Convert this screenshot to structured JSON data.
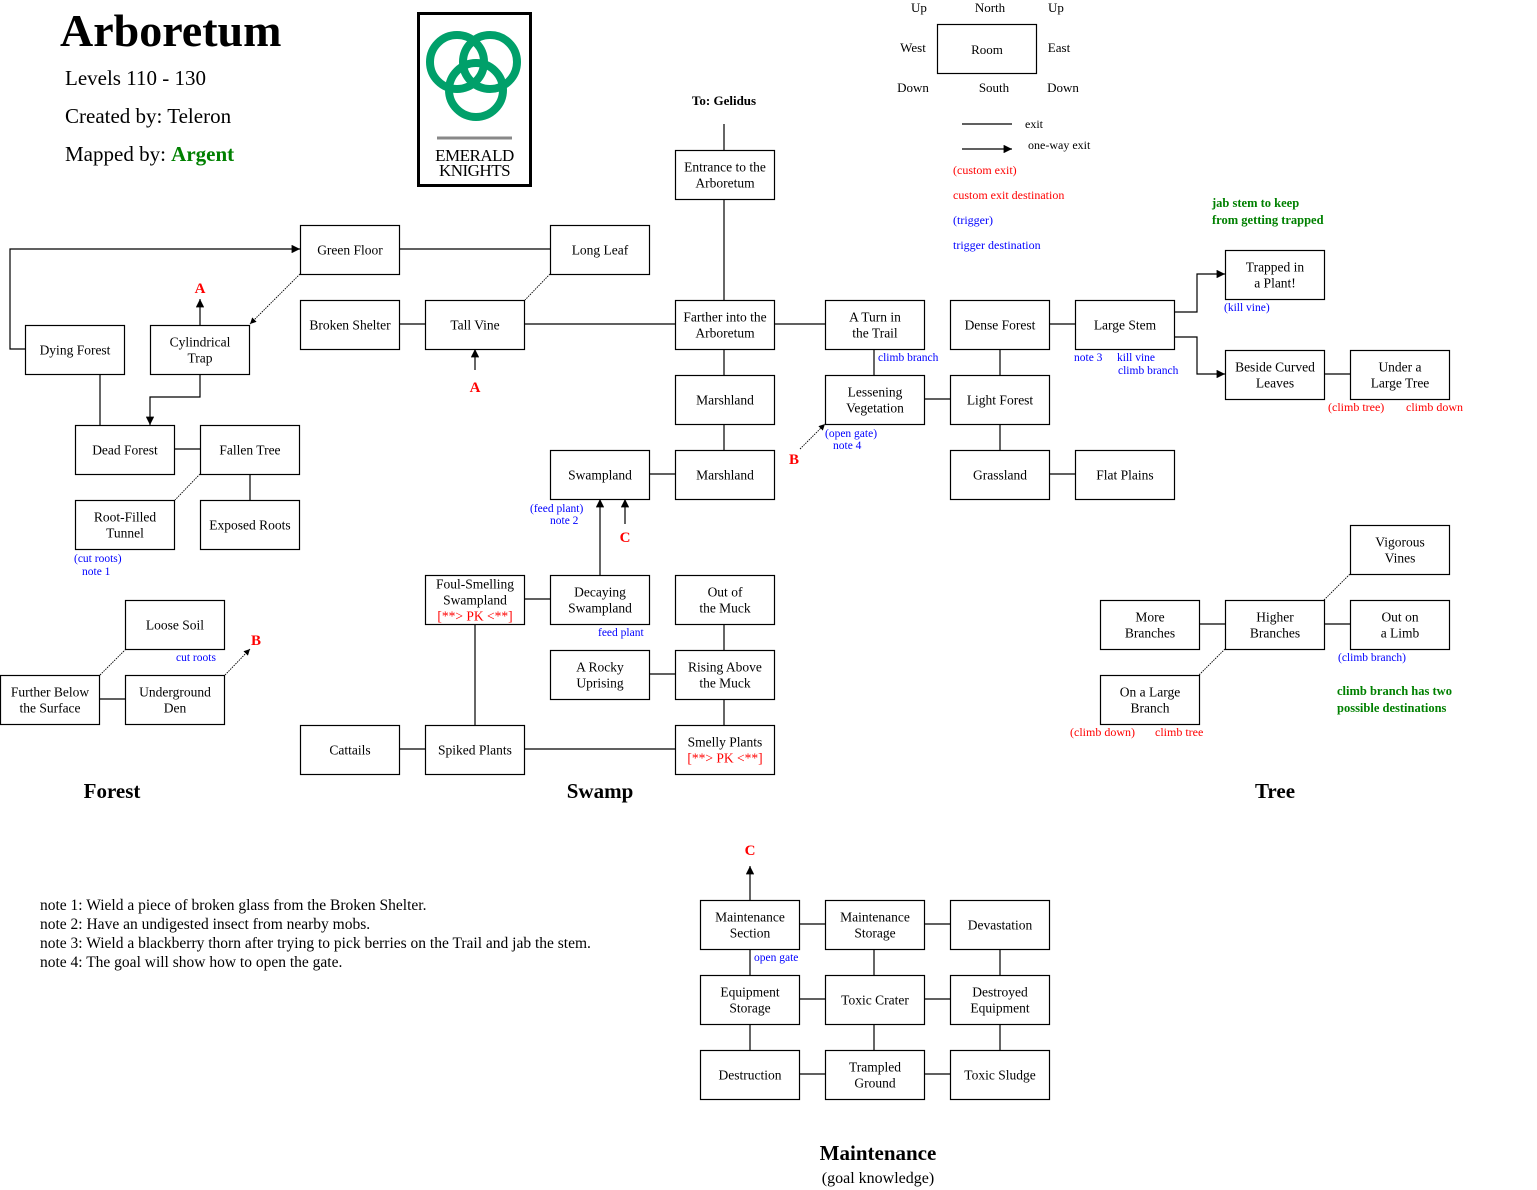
{
  "header": {
    "title": "Arboretum",
    "levels": "Levels 110 - 130",
    "created_by": "Created by: Teleron",
    "mapped_by_label": "Mapped by: ",
    "mapped_by_name": "Argent",
    "logo_line1": "EMERALD",
    "logo_line2": "KNIGHTS"
  },
  "colors": {
    "custom": "#ff0000",
    "trigger": "#0000ff",
    "hint": "#008000",
    "logo": "#00a06a"
  },
  "legend": {
    "up_left": "Up",
    "north": "North",
    "up_right": "Up",
    "west": "West",
    "room": "Room",
    "east": "East",
    "down_left": "Down",
    "south": "South",
    "down_right": "Down",
    "exit": "exit",
    "one_way": "one-way exit",
    "custom_exit": "(custom exit)",
    "custom_dest": "custom exit destination",
    "trigger": "(trigger)",
    "trigger_dest": "trigger destination"
  },
  "sections": {
    "forest": "Forest",
    "swamp": "Swamp",
    "tree": "Tree",
    "maintenance": "Maintenance",
    "maintenance_sub": "(goal knowledge)"
  },
  "notes": [
    "note 1: Wield a piece of broken glass from the Broken Shelter.",
    "note 2: Have an undigested insect from nearby mobs.",
    "note 3: Wield a blackberry thorn after trying to pick berries on the Trail and jab the stem.",
    "note 4: The goal will show how to open the gate."
  ],
  "rooms": [
    {
      "id": "entrance",
      "lines": [
        "Entrance to the",
        "Arboretum"
      ]
    },
    {
      "id": "farther",
      "lines": [
        "Farther into the",
        "Arboretum"
      ]
    },
    {
      "id": "turn",
      "lines": [
        "A Turn in",
        "the Trail"
      ]
    },
    {
      "id": "dense",
      "lines": [
        "Dense Forest"
      ]
    },
    {
      "id": "largestem",
      "lines": [
        "Large Stem"
      ]
    },
    {
      "id": "trapped",
      "lines": [
        "Trapped in",
        "a Plant!"
      ]
    },
    {
      "id": "beside",
      "lines": [
        "Beside Curved",
        "Leaves"
      ]
    },
    {
      "id": "under",
      "lines": [
        "Under a",
        "Large Tree"
      ]
    },
    {
      "id": "lessening",
      "lines": [
        "Lessening",
        "Vegetation"
      ]
    },
    {
      "id": "light",
      "lines": [
        "Light Forest"
      ]
    },
    {
      "id": "grassland",
      "lines": [
        "Grassland"
      ]
    },
    {
      "id": "flat",
      "lines": [
        "Flat Plains"
      ]
    },
    {
      "id": "marsh1",
      "lines": [
        "Marshland"
      ]
    },
    {
      "id": "marsh2",
      "lines": [
        "Marshland"
      ]
    },
    {
      "id": "swampland",
      "lines": [
        "Swampland"
      ]
    },
    {
      "id": "tallvine",
      "lines": [
        "Tall Vine"
      ]
    },
    {
      "id": "broken",
      "lines": [
        "Broken Shelter"
      ]
    },
    {
      "id": "greenfloor",
      "lines": [
        "Green Floor"
      ]
    },
    {
      "id": "longleaf",
      "lines": [
        "Long Leaf"
      ]
    },
    {
      "id": "dying",
      "lines": [
        "Dying Forest"
      ]
    },
    {
      "id": "cylind",
      "lines": [
        "Cylindrical",
        "Trap"
      ]
    },
    {
      "id": "dead",
      "lines": [
        "Dead Forest"
      ]
    },
    {
      "id": "fallen",
      "lines": [
        "Fallen Tree"
      ]
    },
    {
      "id": "rootfilled",
      "lines": [
        "Root-Filled",
        "Tunnel"
      ]
    },
    {
      "id": "exposed",
      "lines": [
        "Exposed Roots"
      ]
    },
    {
      "id": "loose",
      "lines": [
        "Loose Soil"
      ]
    },
    {
      "id": "further",
      "lines": [
        "Further Below",
        "the Surface"
      ]
    },
    {
      "id": "underden",
      "lines": [
        "Underground",
        "Den"
      ]
    },
    {
      "id": "foul",
      "lines": [
        "Foul-Smelling",
        "Swampland"
      ],
      "pk": "[**> PK <**]"
    },
    {
      "id": "decaying",
      "lines": [
        "Decaying",
        "Swampland"
      ]
    },
    {
      "id": "outmuck",
      "lines": [
        "Out of",
        "the Muck"
      ]
    },
    {
      "id": "rocky",
      "lines": [
        "A Rocky",
        "Uprising"
      ]
    },
    {
      "id": "rising",
      "lines": [
        "Rising Above",
        "the Muck"
      ]
    },
    {
      "id": "cattails",
      "lines": [
        "Cattails"
      ]
    },
    {
      "id": "spiked",
      "lines": [
        "Spiked Plants"
      ]
    },
    {
      "id": "smelly",
      "lines": [
        "Smelly Plants"
      ],
      "pk": "[**> PK <**]"
    },
    {
      "id": "more",
      "lines": [
        "More",
        "Branches"
      ]
    },
    {
      "id": "higher",
      "lines": [
        "Higher",
        "Branches"
      ]
    },
    {
      "id": "vigorous",
      "lines": [
        "Vigorous",
        "Vines"
      ]
    },
    {
      "id": "limb",
      "lines": [
        "Out on",
        "a Limb"
      ]
    },
    {
      "id": "onlarge",
      "lines": [
        "On a Large",
        "Branch"
      ]
    },
    {
      "id": "mainsec",
      "lines": [
        "Maintenance",
        "Section"
      ]
    },
    {
      "id": "mainstor",
      "lines": [
        "Maintenance",
        "Storage"
      ]
    },
    {
      "id": "devast",
      "lines": [
        "Devastation"
      ]
    },
    {
      "id": "equip",
      "lines": [
        "Equipment",
        "Storage"
      ]
    },
    {
      "id": "toxcrater",
      "lines": [
        "Toxic Crater"
      ]
    },
    {
      "id": "destroyed",
      "lines": [
        "Destroyed",
        "Equipment"
      ]
    },
    {
      "id": "destruction",
      "lines": [
        "Destruction"
      ]
    },
    {
      "id": "trampled",
      "lines": [
        "Trampled",
        "Ground"
      ]
    },
    {
      "id": "sludge",
      "lines": [
        "Toxic Sludge"
      ]
    }
  ],
  "annotations": [
    {
      "id": "to-gelidus",
      "text": "To: Gelidus",
      "kind": "bold"
    },
    {
      "id": "marker-a-top",
      "text": "A",
      "kind": "marker"
    },
    {
      "id": "marker-a-tallvine",
      "text": "A",
      "kind": "marker"
    },
    {
      "id": "marker-b-den",
      "text": "B",
      "kind": "marker"
    },
    {
      "id": "marker-b-gate",
      "text": "B",
      "kind": "marker"
    },
    {
      "id": "marker-c-swamp",
      "text": "C",
      "kind": "marker"
    },
    {
      "id": "marker-c-maint",
      "text": "C",
      "kind": "marker"
    },
    {
      "id": "cut-roots-trigger",
      "text": "(cut roots)",
      "kind": "trigger"
    },
    {
      "id": "note1-ref",
      "text": "note 1",
      "kind": "trigger"
    },
    {
      "id": "cut-roots-dest",
      "text": "cut roots",
      "kind": "trigger"
    },
    {
      "id": "feed-plant-trigger",
      "text": "(feed plant)",
      "kind": "trigger"
    },
    {
      "id": "note2-ref",
      "text": "note 2",
      "kind": "trigger"
    },
    {
      "id": "feed-plant-dest",
      "text": "feed plant",
      "kind": "trigger"
    },
    {
      "id": "open-gate-trigger",
      "text": "(open gate)",
      "kind": "trigger"
    },
    {
      "id": "note4-ref",
      "text": "note 4",
      "kind": "trigger"
    },
    {
      "id": "climb-branch-dest-turn",
      "text": "climb branch",
      "kind": "trigger"
    },
    {
      "id": "note3-ref",
      "text": "note 3",
      "kind": "trigger"
    },
    {
      "id": "kill-vine-dest",
      "text": "kill vine",
      "kind": "trigger"
    },
    {
      "id": "climb-branch-dest-stem",
      "text": "climb branch",
      "kind": "trigger"
    },
    {
      "id": "kill-vine-trigger",
      "text": "(kill vine)",
      "kind": "trigger"
    },
    {
      "id": "climb-tree-custom",
      "text": "(climb tree)",
      "kind": "custom"
    },
    {
      "id": "climb-down-dest",
      "text": "climb down",
      "kind": "custom"
    },
    {
      "id": "climb-branch-trigger",
      "text": "(climb branch)",
      "kind": "trigger"
    },
    {
      "id": "climb-down-custom",
      "text": "(climb down)",
      "kind": "custom"
    },
    {
      "id": "climb-tree-dest",
      "text": "climb tree",
      "kind": "custom"
    },
    {
      "id": "open-gate-dest",
      "text": "open gate",
      "kind": "trigger"
    },
    {
      "id": "jab-hint-1",
      "text": "jab stem to keep",
      "kind": "hint"
    },
    {
      "id": "jab-hint-2",
      "text": "from getting trapped",
      "kind": "hint"
    },
    {
      "id": "climb-hint-1",
      "text": "climb branch has two",
      "kind": "hint"
    },
    {
      "id": "climb-hint-2",
      "text": "possible destinations",
      "kind": "hint"
    }
  ]
}
